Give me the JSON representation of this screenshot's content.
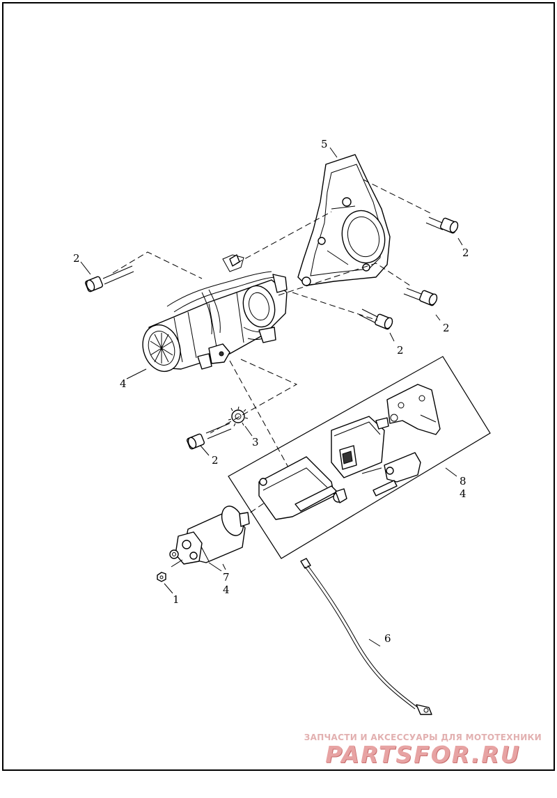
{
  "callouts": {
    "c5": "5",
    "c2_upper_left": "2",
    "c2_upper_right": "2",
    "c2_mid_right": "2",
    "c2_center": "2",
    "c4_motor": "4",
    "c3": "3",
    "c2_lower": "2",
    "c8": "8",
    "c8_sub": "4",
    "c7": "7",
    "c7_sub": "4",
    "c1": "1",
    "c6": "6"
  },
  "watermark": {
    "top": "ЗАПЧАСТИ И АКСЕССУАРЫ ДЛЯ МОТОТЕХНИКИ",
    "bottom": "PARTSFOR.RU"
  },
  "colors": {
    "line": "#000000",
    "background": "#ffffff",
    "watermark": "#e7a3a3"
  }
}
